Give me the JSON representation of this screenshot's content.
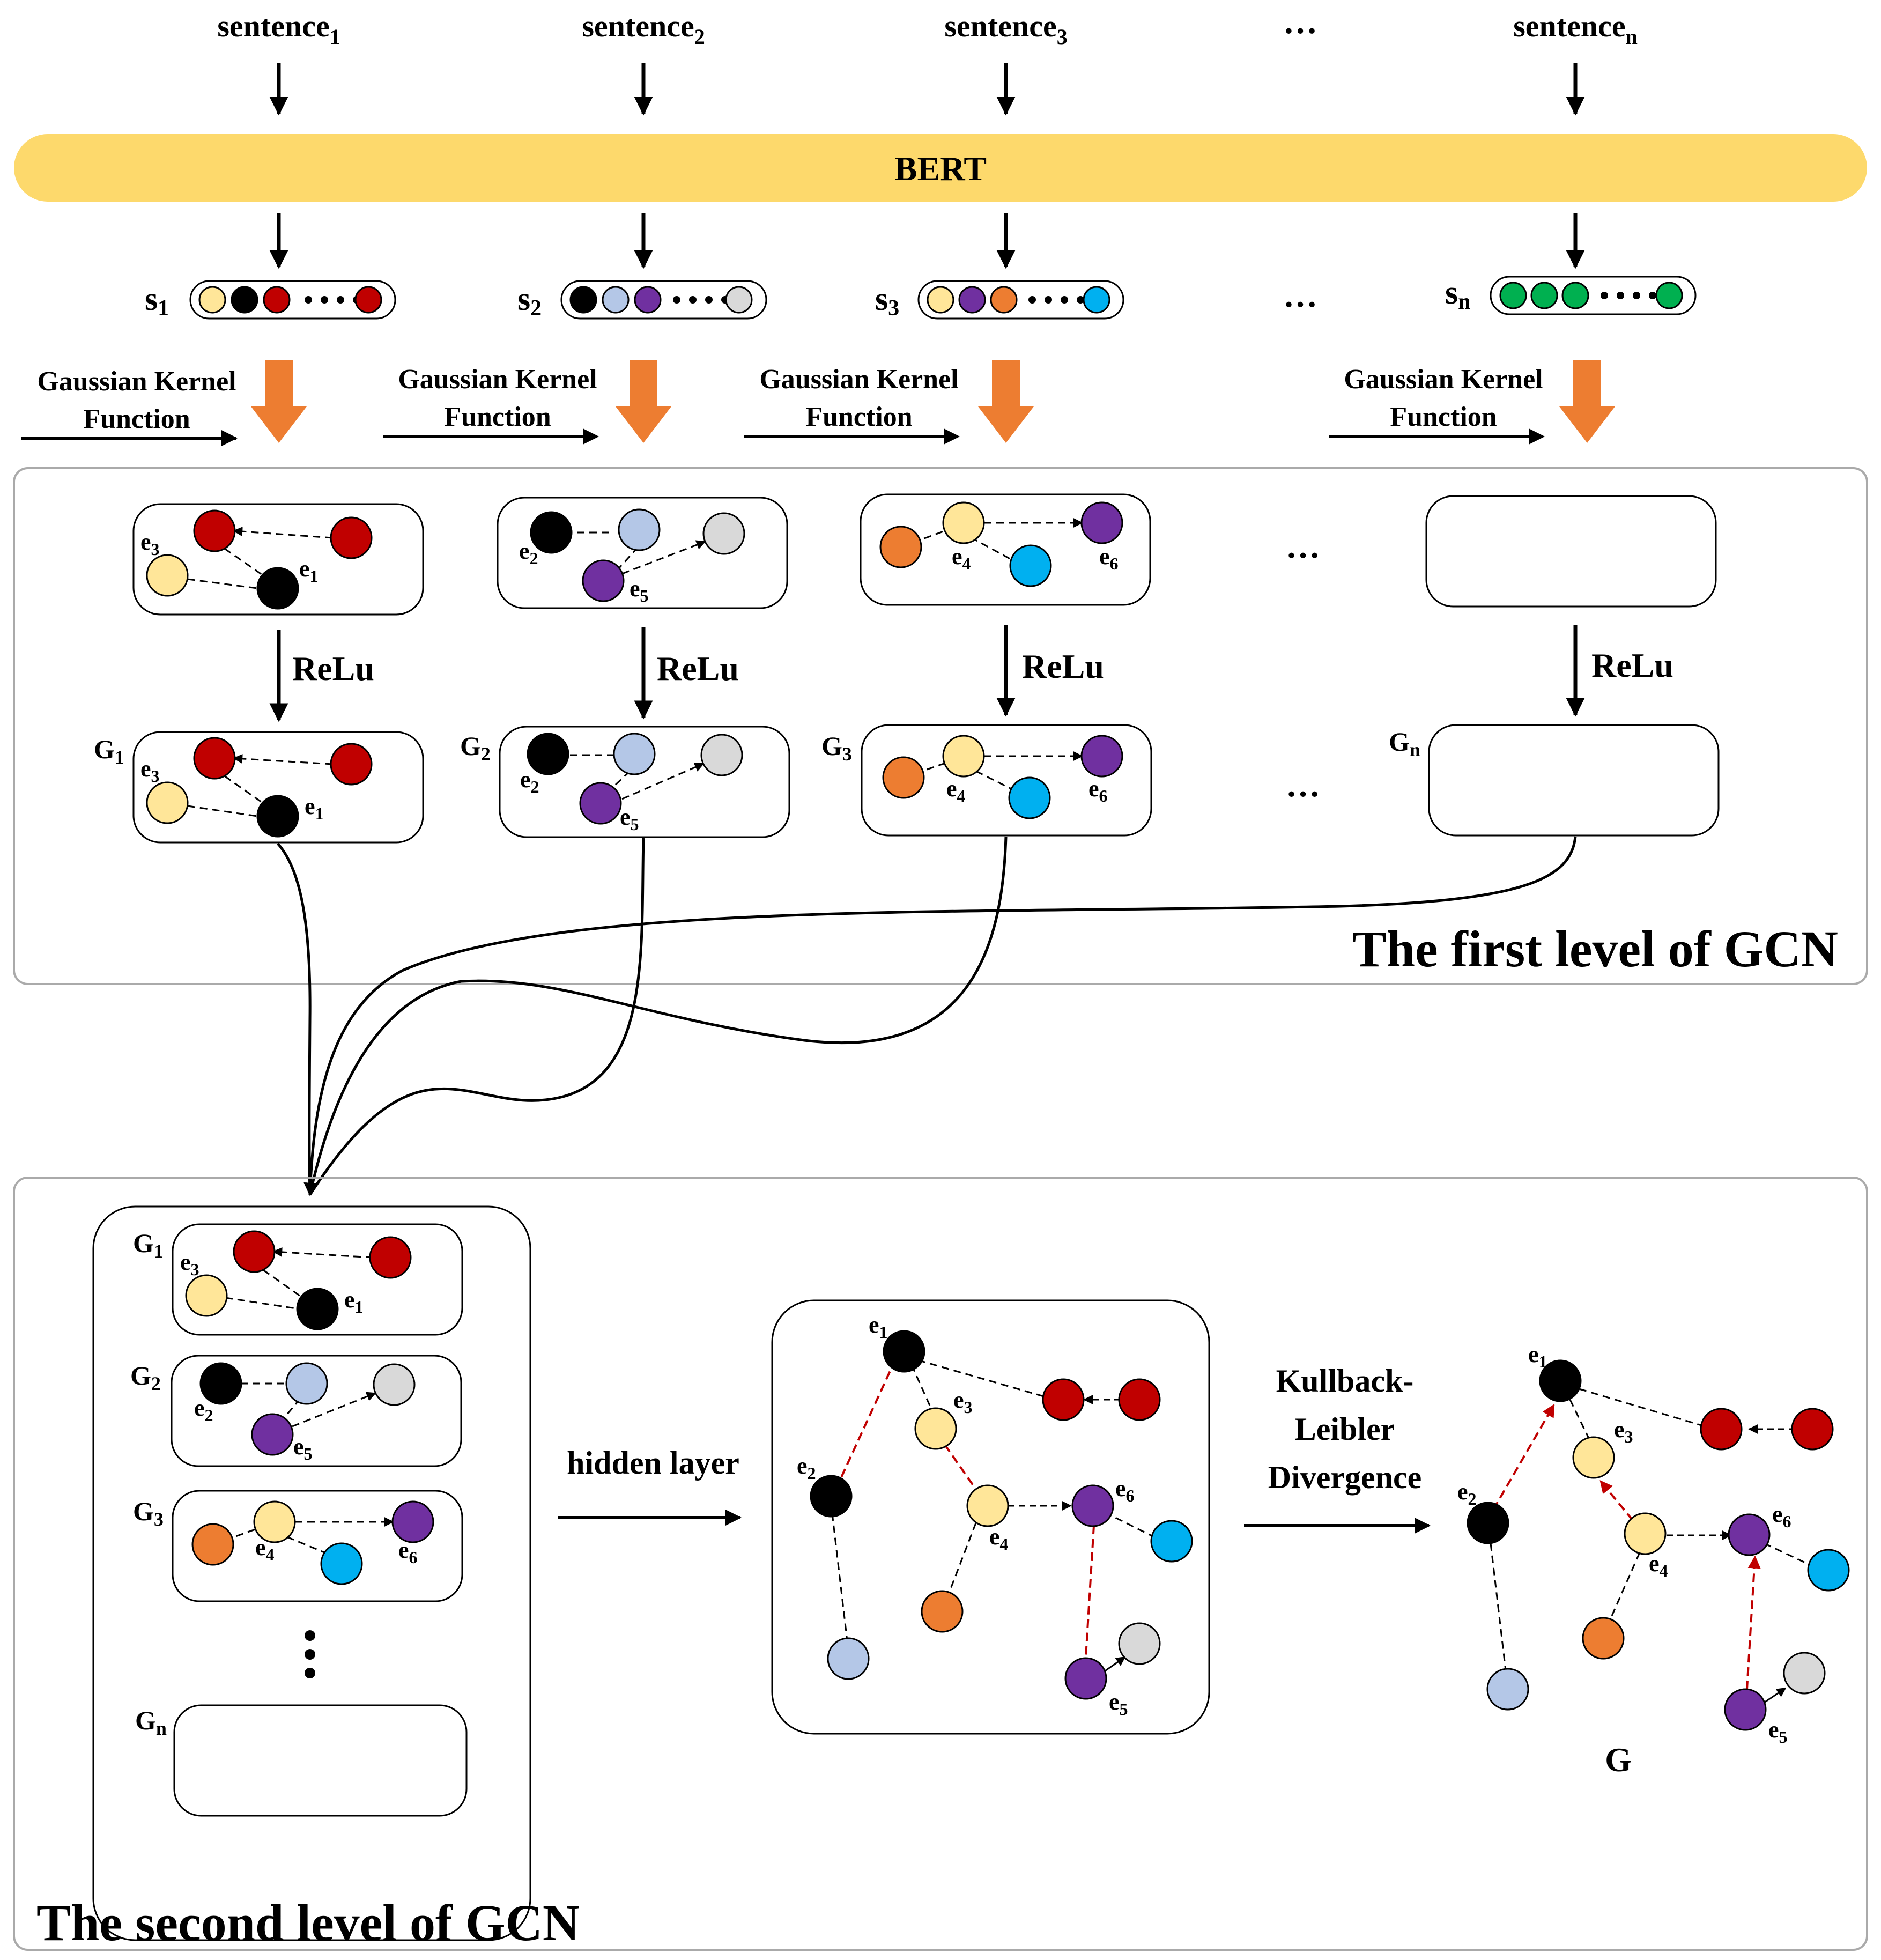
{
  "sentences": [
    {
      "base": "sentence",
      "sub": "1"
    },
    {
      "base": "sentence",
      "sub": "2"
    },
    {
      "base": "sentence",
      "sub": "3"
    },
    {
      "base": "sentence",
      "sub": "n"
    }
  ],
  "encoder_label": "BERT",
  "vectors": [
    {
      "base": "s",
      "sub": "1"
    },
    {
      "base": "s",
      "sub": "2"
    },
    {
      "base": "s",
      "sub": "3"
    },
    {
      "base": "s",
      "sub": "n"
    }
  ],
  "gaussian": {
    "line1": "Gaussian Kernel",
    "line2": "Function"
  },
  "relu_label": "ReLu",
  "graph_labels": [
    {
      "base": "G",
      "sub": "1"
    },
    {
      "base": "G",
      "sub": "2"
    },
    {
      "base": "G",
      "sub": "3"
    },
    {
      "base": "G",
      "sub": "n"
    }
  ],
  "entity_base": "e",
  "entities": [
    "1",
    "2",
    "3",
    "4",
    "5",
    "6"
  ],
  "ellipsis": "…",
  "vertical_ellipsis": "⋮",
  "first_level_label": "The first level of GCN",
  "second_level_label": "The second level of GCN",
  "hidden_layer_label": "hidden layer",
  "kl_label": {
    "line1": "Kullback-",
    "line2": "Leibler",
    "line3": "Divergence"
  },
  "final_graph_label": "G",
  "colors": {
    "bert_bar": "#FDD96C",
    "gaussian_arrow": "#ED7D31",
    "node_yellow": "#FFE699",
    "node_black": "#000000",
    "node_red": "#C00000",
    "node_lightblue": "#B4C7E7",
    "node_purple": "#7030A0",
    "node_gray": "#D9D9D9",
    "node_orange": "#ED7D31",
    "node_cyan": "#00B0F0",
    "node_green": "#00B050",
    "red_edge": "#C00000",
    "panel_border": "#AAAAAA"
  }
}
